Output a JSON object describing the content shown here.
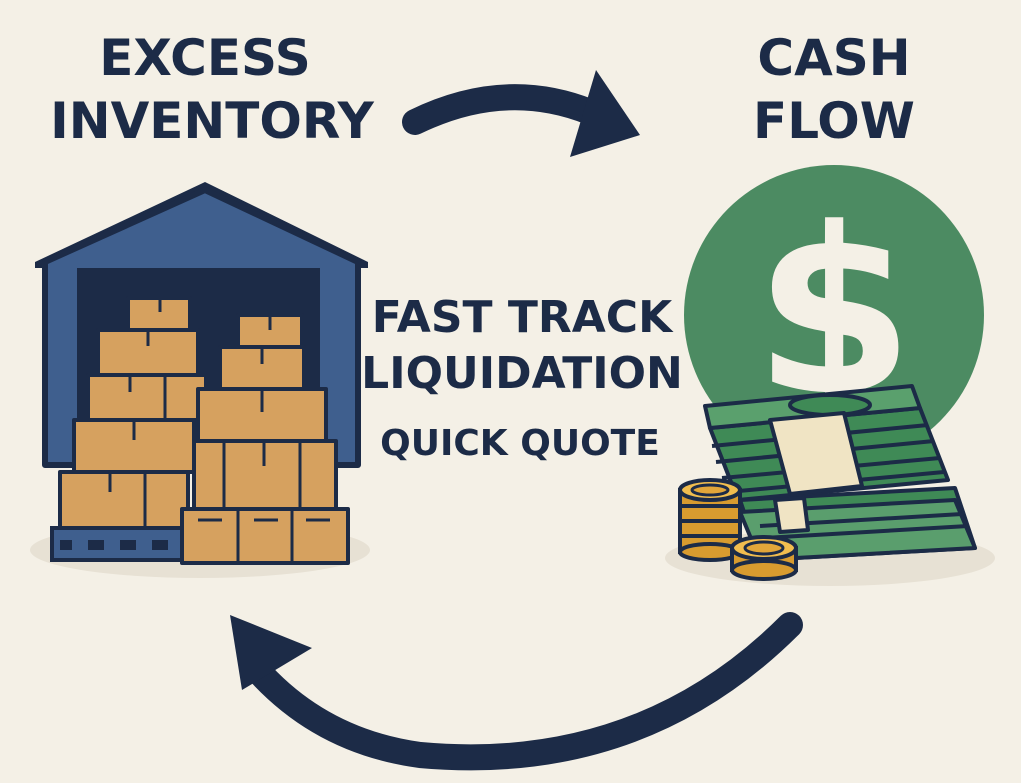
{
  "headline_left": {
    "line1": "EXCESS",
    "line2": "INVENTORY"
  },
  "headline_right": {
    "line1": "CASH",
    "line2": "FLOW"
  },
  "center_title": {
    "line1": "FAST TRACK",
    "line2": "LIQUIDATION"
  },
  "cta": {
    "label": "QUICK QUOTE"
  },
  "icons": {
    "warehouse": "warehouse-icon",
    "money": "dollar-coin-icon",
    "cash_stacks": "cash-stack-icon",
    "coins": "coin-stack-icon",
    "arrow_top": "arrow-right-icon",
    "arrow_bottom": "arrow-return-icon"
  },
  "colors": {
    "background": "#f4f0e6",
    "navy": "#1c2b47",
    "warehouse_blue": "#3f5f8e",
    "box_tan": "#d6a15f",
    "money_green": "#4c8b62",
    "bill_green": "#3f8a56",
    "coin_gold": "#e2a63a"
  }
}
